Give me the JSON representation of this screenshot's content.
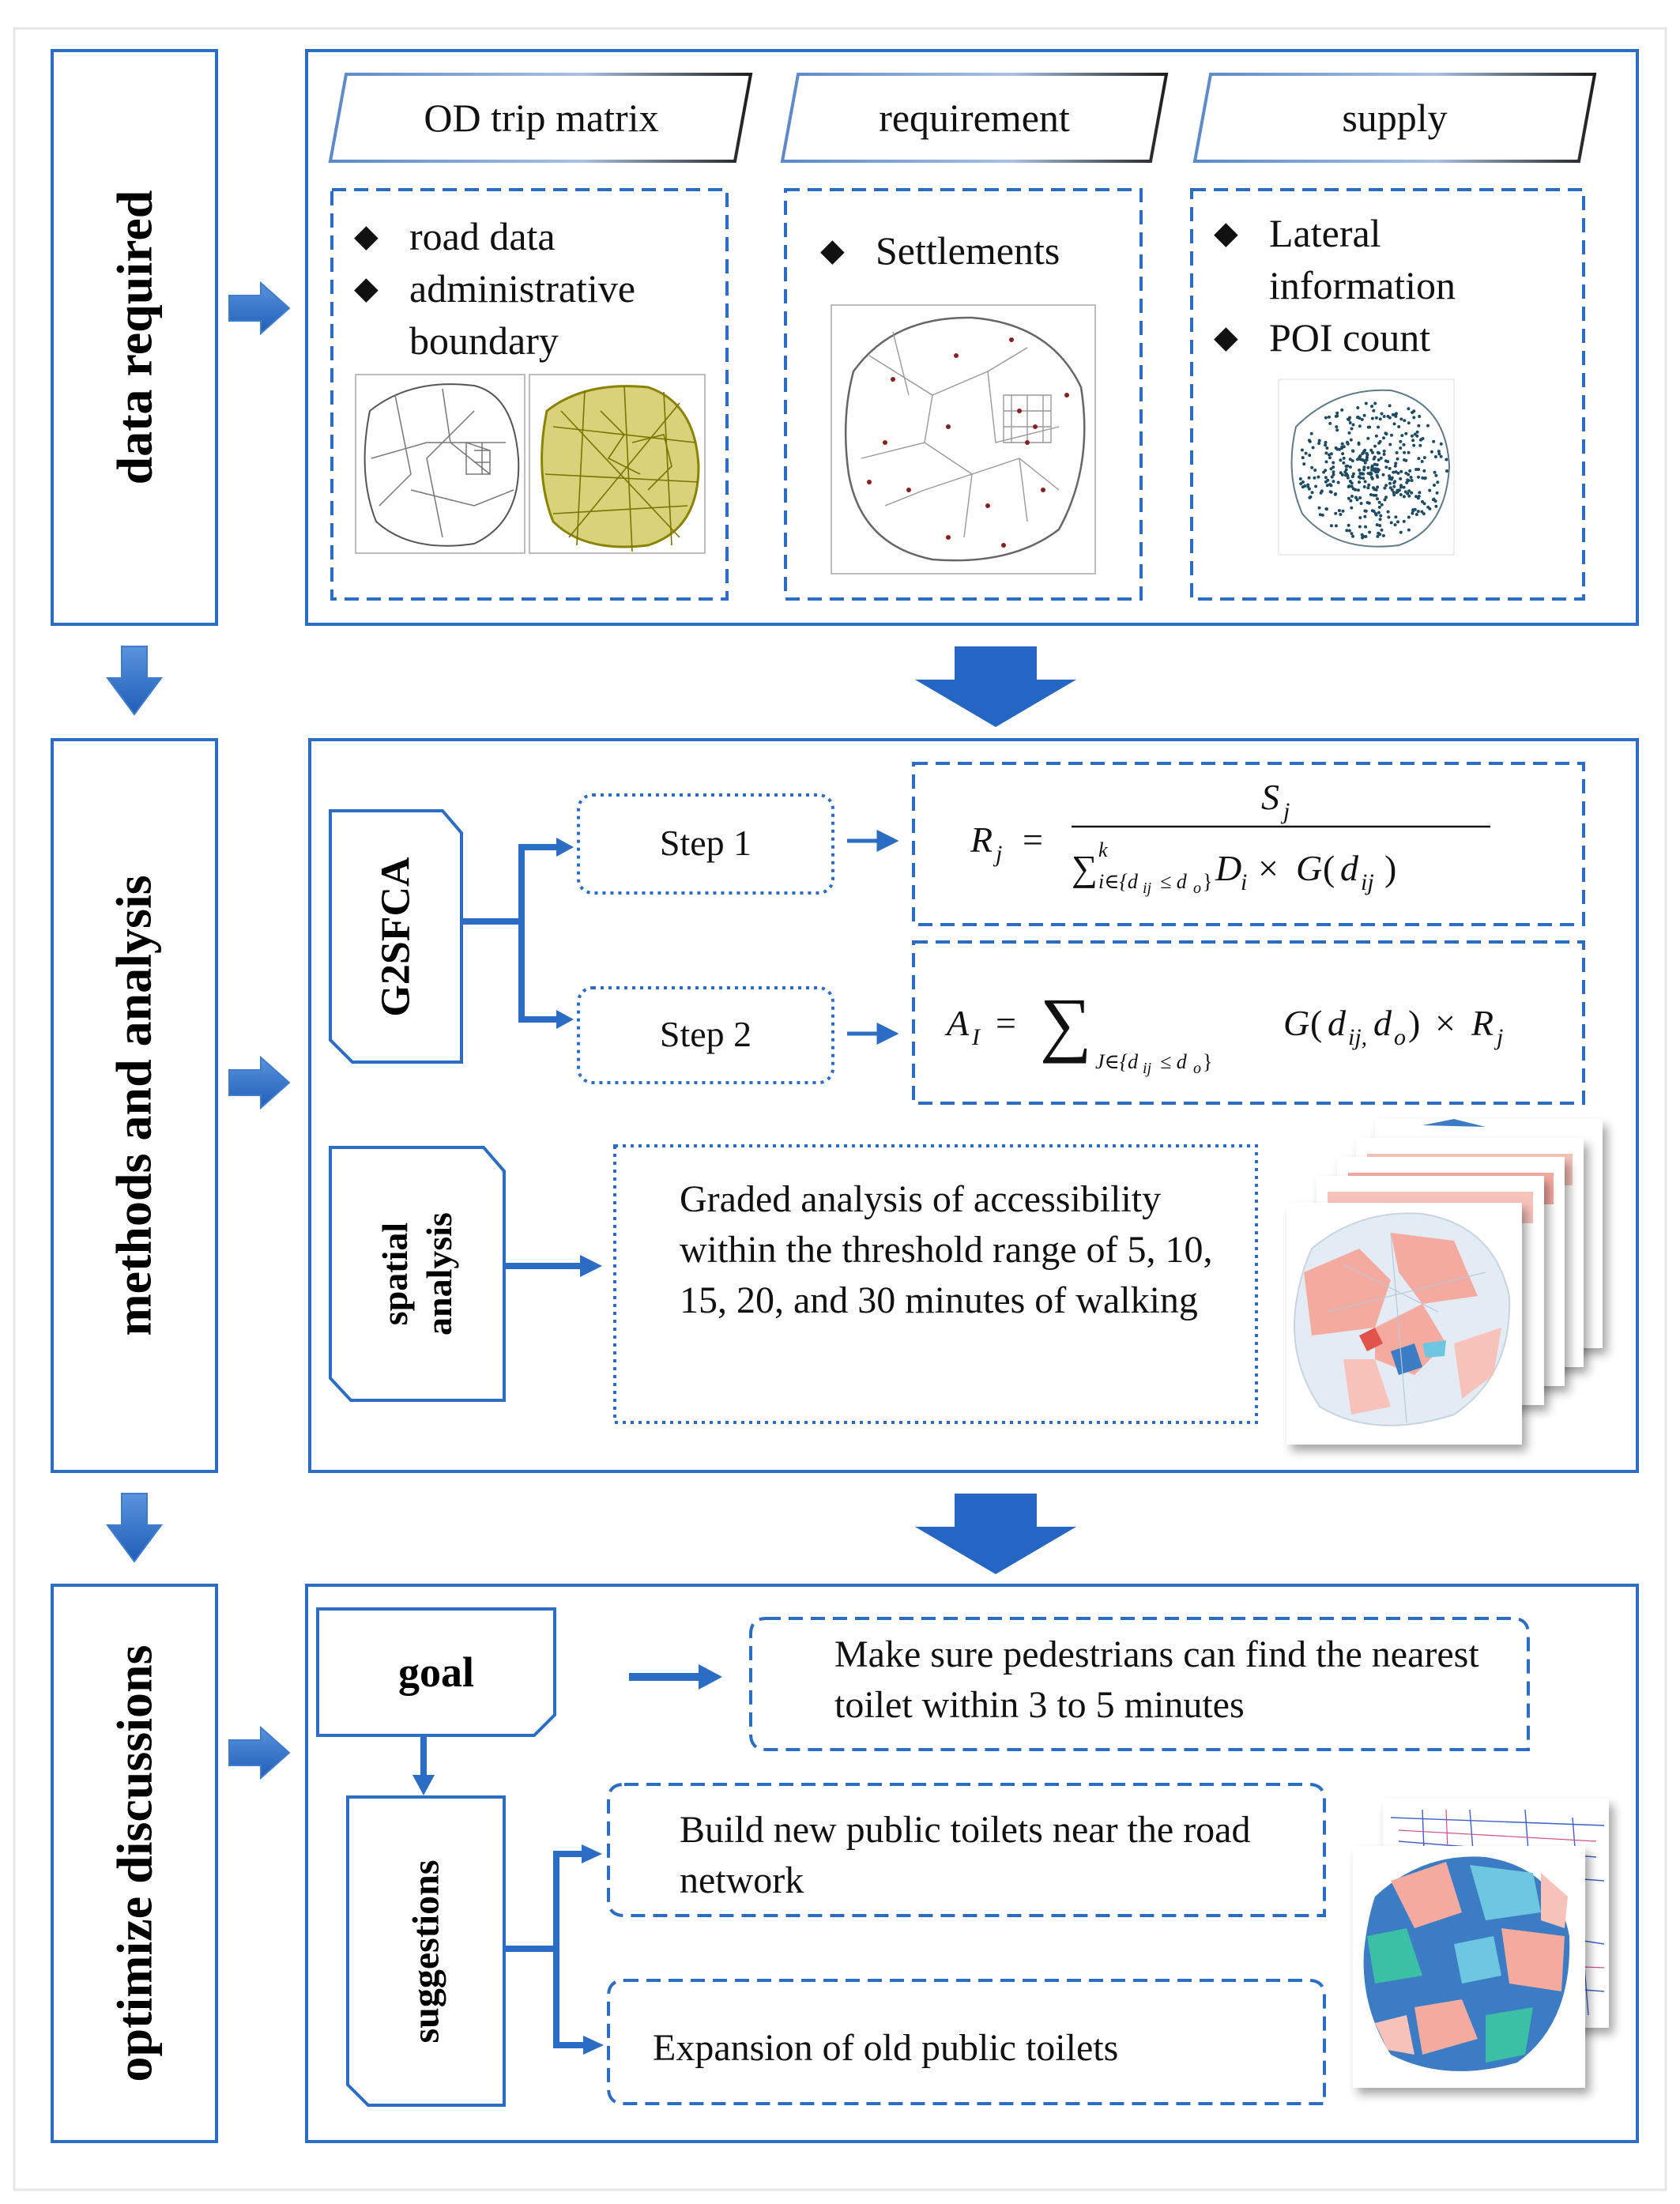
{
  "sections": {
    "data_required": "data required",
    "methods": "methods and analysis",
    "optimize": "optimize discussions"
  },
  "data_panel": {
    "tabs": [
      "OD trip matrix",
      "requirement",
      "supply"
    ],
    "col1": {
      "items": [
        "road data",
        "administrative boundary"
      ]
    },
    "col2": {
      "items": [
        "Settlements"
      ]
    },
    "col3": {
      "items": [
        "Lateral information",
        "POI count"
      ]
    }
  },
  "methods_panel": {
    "g2sfca": "G2SFCA",
    "step1": "Step 1",
    "step2": "Step 2",
    "spatial": "spatial analysis",
    "graded_text": "Graded analysis of accessibility within the threshold range of 5, 10, 15, 20, and 30 minutes of walking"
  },
  "optimize_panel": {
    "goal": "goal",
    "goal_text": "Make sure pedestrians can find the nearest toilet within 3 to 5 minutes",
    "suggestions": "suggestions",
    "sug1": "Build new public toilets near the road network",
    "sug2": "Expansion of old public toilets"
  },
  "colors": {
    "frame": "#2b6cc4",
    "arrow": "#2e6fc9",
    "map_pink": "#f5aaa0",
    "map_blue": "#3b7cc4",
    "map_teal": "#3cc0a5",
    "map_light": "#e3ecf5"
  }
}
